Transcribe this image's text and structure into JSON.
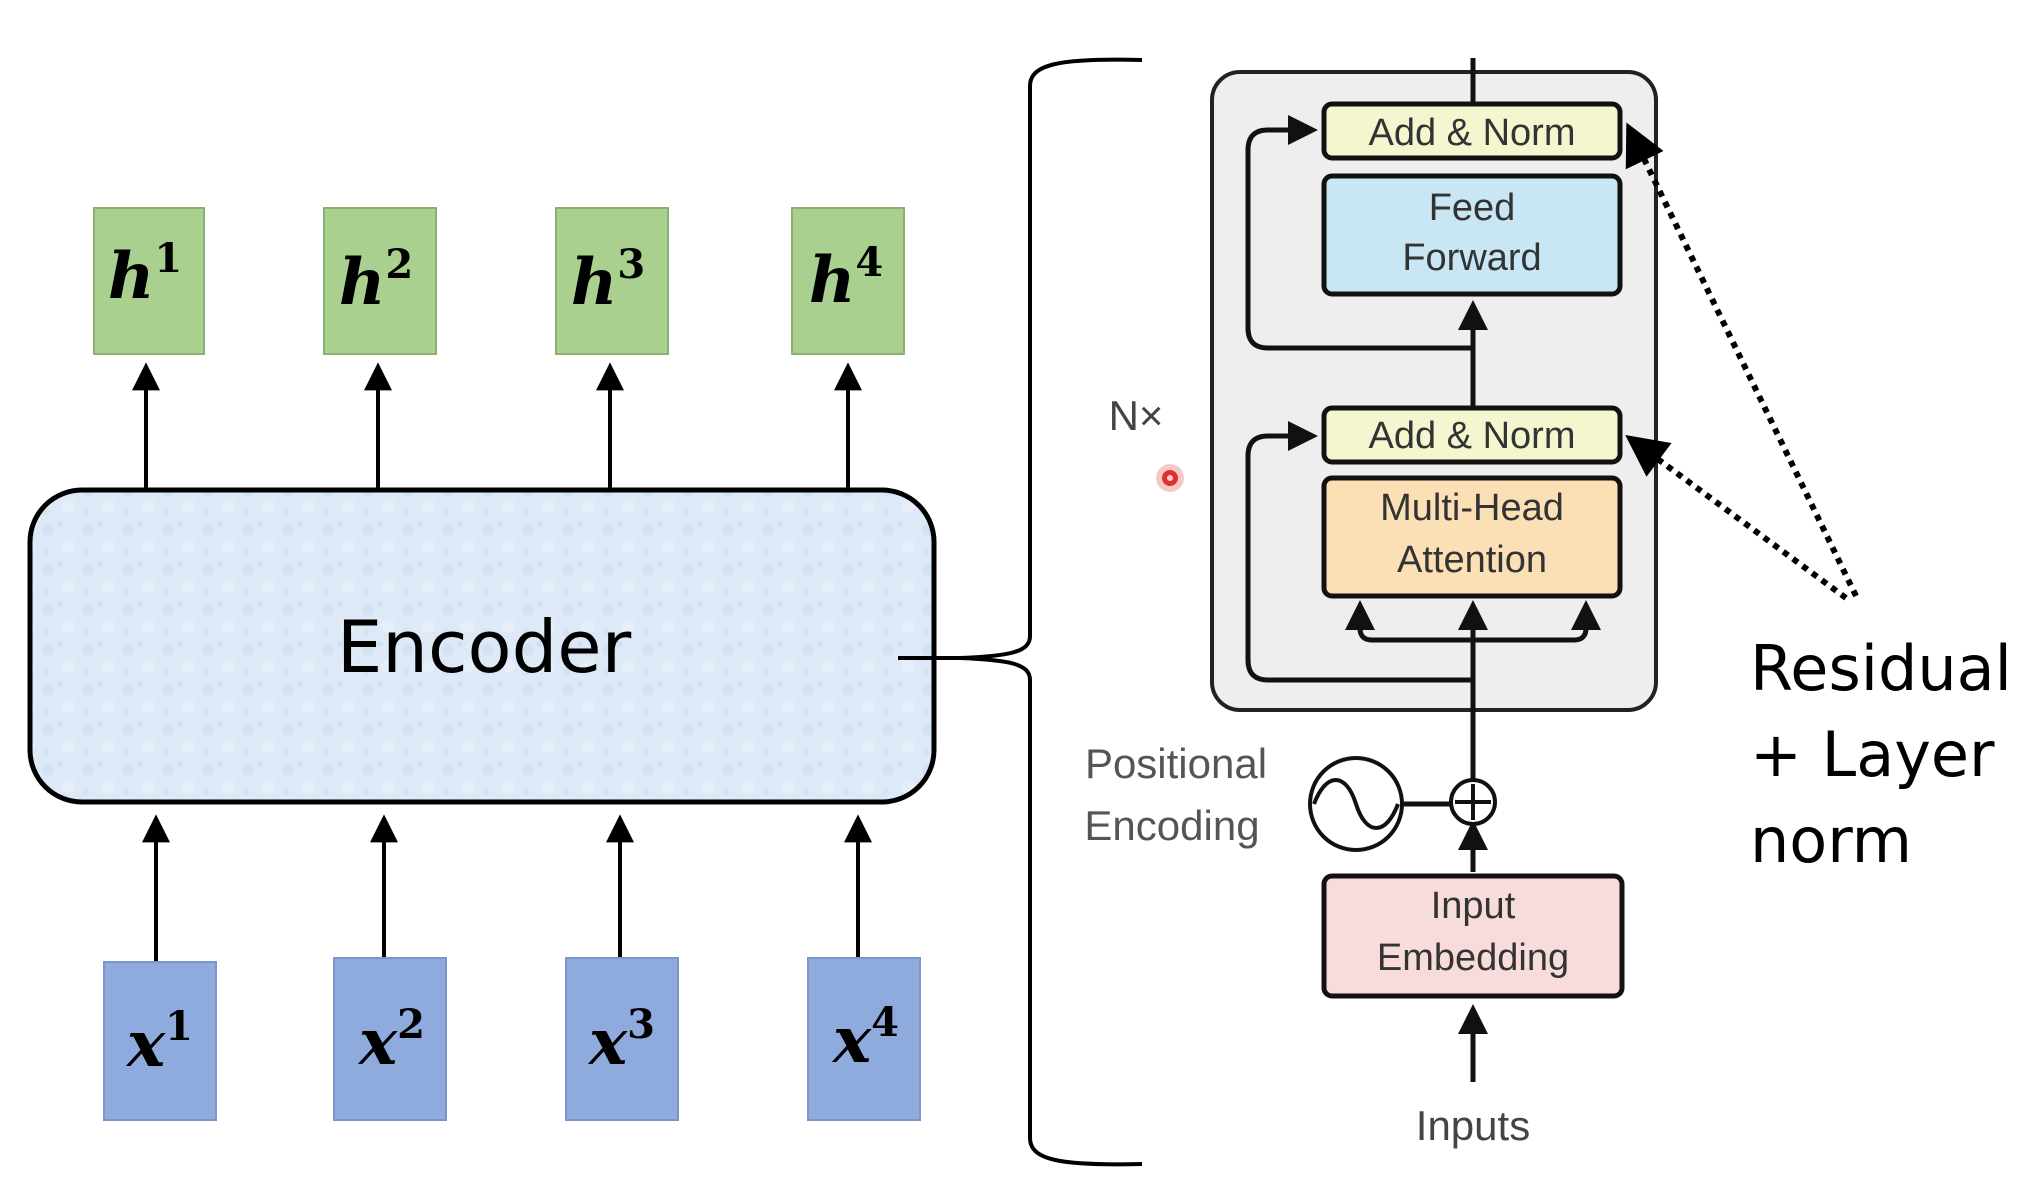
{
  "encoder": {
    "label": "Encoder"
  },
  "outputs": [
    {
      "base": "h",
      "sup": "1"
    },
    {
      "base": "h",
      "sup": "2"
    },
    {
      "base": "h",
      "sup": "3"
    },
    {
      "base": "h",
      "sup": "4"
    }
  ],
  "inputs": [
    {
      "base": "x",
      "sup": "1"
    },
    {
      "base": "x",
      "sup": "2"
    },
    {
      "base": "x",
      "sup": "3"
    },
    {
      "base": "x",
      "sup": "4"
    }
  ],
  "transformer": {
    "nx": "N×",
    "add_norm_top": "Add & Norm",
    "feed_forward": [
      "Feed",
      "Forward"
    ],
    "add_norm_bottom": "Add & Norm",
    "multi_head": [
      "Multi-Head",
      "Attention"
    ],
    "positional_encoding": [
      "Positional",
      "Encoding"
    ],
    "input_embedding": [
      "Input",
      "Embedding"
    ],
    "inputs_label": "Inputs"
  },
  "annotation": [
    "Residual",
    "+ Layer",
    "norm"
  ],
  "colors": {
    "output_box": "#a9d08e",
    "input_box": "#8faadc",
    "encoder_fill": "#dde9f6",
    "add_norm": "#f4f6cf",
    "feed_forward": "#c9e6f5",
    "multi_head": "#fbdfb5",
    "input_embedding": "#f8dcdc",
    "encoder_panel": "#eeeeee",
    "pointer_dot": "#e03030"
  }
}
